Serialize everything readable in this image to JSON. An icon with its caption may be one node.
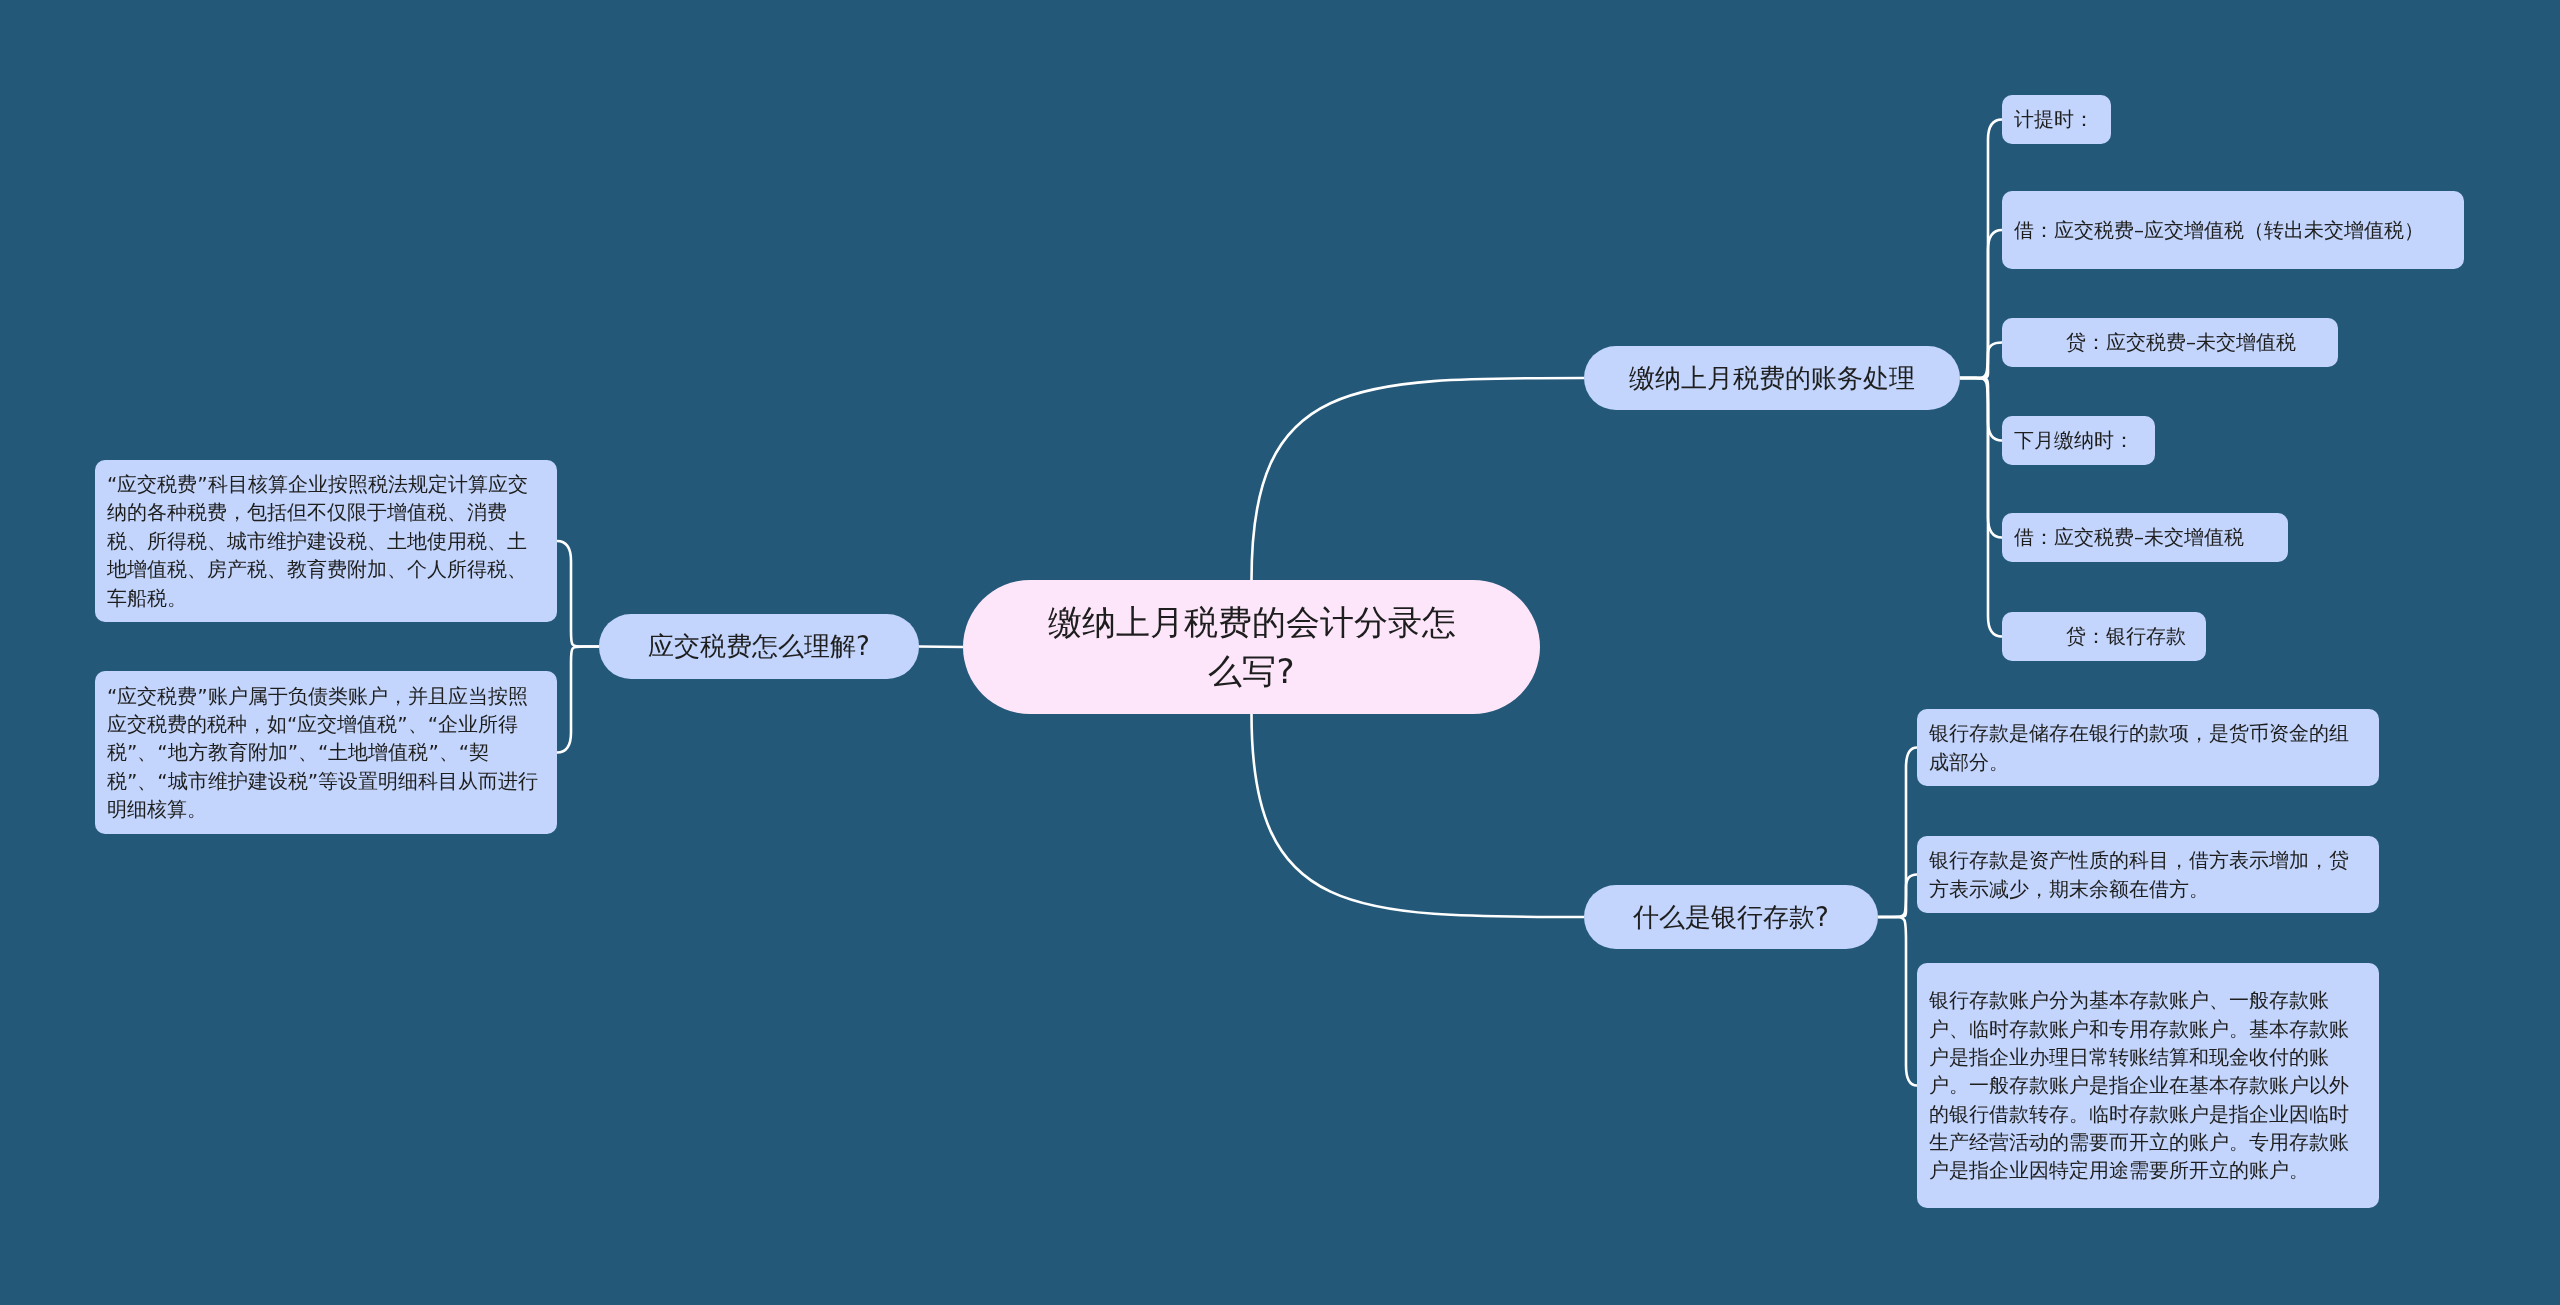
{
  "diagram": {
    "nodes": [
      {
        "text": [
          "缴纳上月税费的会计分录怎么写?"
        ]
      },
      {
        "text": [
          "缴纳上月税费的账务处理"
        ]
      },
      {
        "text": [
          "计提时："
        ]
      },
      {
        "text": [
          "借：应交税费–应交增值税（转出未交增值税）"
        ]
      },
      {
        "text": [
          "贷：应交税费–未交增值税"
        ]
      },
      {
        "text": [
          "下月缴纳时："
        ]
      },
      {
        "text": [
          "借：应交税费–未交增值税"
        ]
      },
      {
        "text": [
          "贷：银行存款"
        ]
      },
      {
        "text": [
          "什么是银行存款?"
        ]
      },
      {
        "text": [
          "银行存款是储存在银行的款项，是货币资金的组成部分。"
        ]
      },
      {
        "text": [
          "银行存款是资产性质的科目，借方表示增加，贷方表示减少，期末余额在借方。"
        ]
      },
      {
        "text": [
          "银行存款账户分为基本存款账户、一般存款账户、临时存款账户和专用存款账户。基本存款账户是指企业办理日常转账结算和现金收付的账户。一般存款账户是指企业在基本存款账户以外的银行借款转存。临时存款账户是指企业因临时生产经营活动的需要而开立的账户。专用存款账户是指企业因特定用途需要所开立的账户。"
        ]
      },
      {
        "text": [
          "应交税费怎么理解?"
        ]
      },
      {
        "text": [
          "“应交税费”科目核算企业按照税法规定计算应交纳的各种税费，包括但不仅限于增值税、消费税、所得税、城市维护建设税、土地使用税、土地增值税、房产税、教育费附加、个人所得税、车船税。"
        ]
      },
      {
        "text": [
          "“应交税费”账户属于负债类账户，并且应当按照应交税费的税种，如“应交增值税”、“企业所得税”、“地方教育附加”、“土地增值税”、“契税”、“城市维护建设税”等设置明细科目从而进行明细核算。"
        ]
      }
    ],
    "edges": [
      {
        "from": 0,
        "to": 1,
        "arrow": "none"
      },
      {
        "from": 1,
        "to": 2,
        "arrow": "none"
      },
      {
        "from": 1,
        "to": 3,
        "arrow": "none"
      },
      {
        "from": 1,
        "to": 4,
        "arrow": "none"
      },
      {
        "from": 1,
        "to": 5,
        "arrow": "none"
      },
      {
        "from": 1,
        "to": 6,
        "arrow": "none"
      },
      {
        "from": 1,
        "to": 7,
        "arrow": "none"
      },
      {
        "from": 0,
        "to": 8,
        "arrow": "none"
      },
      {
        "from": 8,
        "to": 9,
        "arrow": "none"
      },
      {
        "from": 8,
        "to": 10,
        "arrow": "none"
      },
      {
        "from": 8,
        "to": 11,
        "arrow": "none"
      },
      {
        "from": 0,
        "to": 12,
        "arrow": "none"
      },
      {
        "from": 12,
        "to": 13,
        "arrow": "none"
      },
      {
        "from": 12,
        "to": 14,
        "arrow": "none"
      }
    ]
  }
}
